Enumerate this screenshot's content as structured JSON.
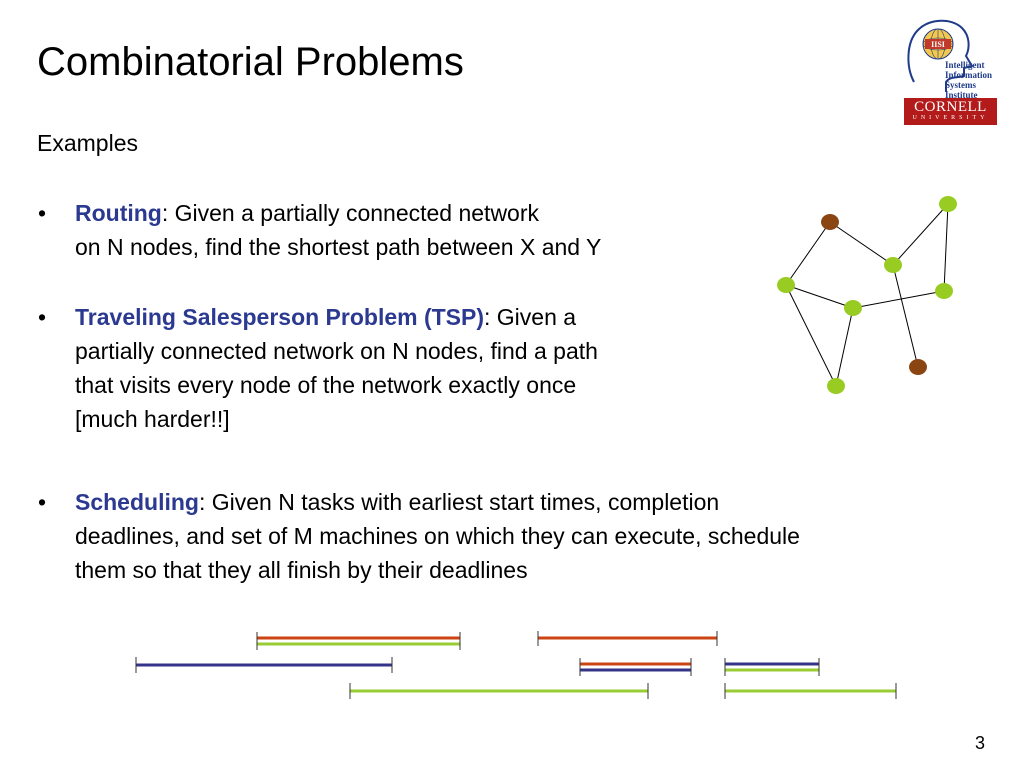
{
  "title": "Combinatorial Problems",
  "subheading": "Examples",
  "bullet_glyph": "•",
  "bullets": [
    {
      "term": "Routing",
      "sep": ":  ",
      "lines": [
        "Given a partially connected network",
        "on N nodes, find the shortest path between X and Y"
      ]
    },
    {
      "term": "Traveling Salesperson Problem (TSP)",
      "sep": ":  ",
      "lines": [
        "Given a",
        "partially connected network on N nodes, find a path",
        "that visits every node of the network exactly once",
        "[much harder!!]"
      ]
    },
    {
      "term": "Scheduling",
      "sep": ":  ",
      "lines": [
        "Given N tasks with earliest start times, completion",
        "deadlines, and set of M machines on which they can execute, schedule",
        "them so that they all finish by their deadlines"
      ]
    }
  ],
  "logos": {
    "iisi_line1": "Intelligent Information",
    "iisi_line2": "Systems Institute",
    "iisi_badge": "IISI",
    "cornell": "CORNELL",
    "university": "UNIVERSITY"
  },
  "page_number": "3",
  "colors": {
    "accent_blue": "#2b3990",
    "node_green": "#99cc22",
    "node_brown": "#8b4513",
    "bar_orange": "#cc4411",
    "bar_green": "#99cc33",
    "bar_navy": "#333388",
    "cornell_red": "#b31b1b"
  }
}
